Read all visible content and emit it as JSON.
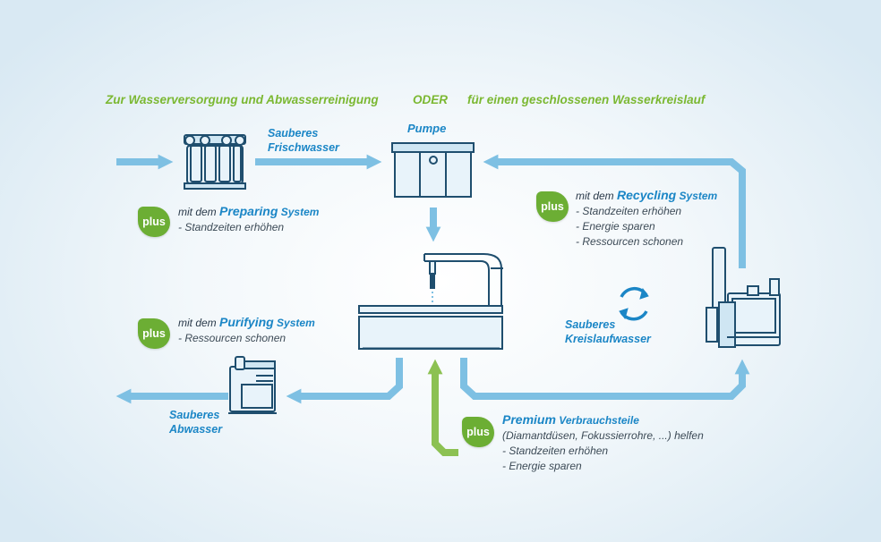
{
  "headline": {
    "left": "Zur Wasserversorgung und Abwasserreinigung",
    "oder": "ODER",
    "right": "für einen geschlossenen Wasserkreislauf"
  },
  "labels": {
    "fresh_water_1": "Sauberes",
    "fresh_water_2": "Frischwasser",
    "pump": "Pumpe",
    "waste_water_1": "Sauberes",
    "waste_water_2": "Abwasser",
    "circuit_water_1": "Sauberes",
    "circuit_water_2": "Kreislaufwasser"
  },
  "badge_text": "plus",
  "preparing": {
    "prefix": "mit dem",
    "keyword": "Preparing",
    "suffix": "System",
    "items": [
      "- Standzeiten erhöhen"
    ]
  },
  "purifying": {
    "prefix": "mit dem",
    "keyword": "Purifying",
    "suffix": "System",
    "items": [
      "- Ressourcen schonen"
    ]
  },
  "recycling": {
    "prefix": "mit dem",
    "keyword": "Recycling",
    "suffix": "System",
    "items": [
      "- Standzeiten erhöhen",
      "- Energie sparen",
      "- Ressourcen schonen"
    ]
  },
  "premium": {
    "keyword": "Premium",
    "suffix": "Verbrauchsteile",
    "line2": "(Diamantdüsen, Fokussierrohre, ...) helfen",
    "items": [
      "- Standzeiten erhöhen",
      "- Energie sparen"
    ]
  },
  "colors": {
    "pipe_blue": "#7ec0e3",
    "pipe_green": "#8cc152",
    "machine_outline": "#1f4e6e",
    "machine_fill": "#e8f3fa",
    "text_blue": "#1b86c6",
    "headline_green": "#7bb832",
    "badge_green": "#6cae34"
  }
}
